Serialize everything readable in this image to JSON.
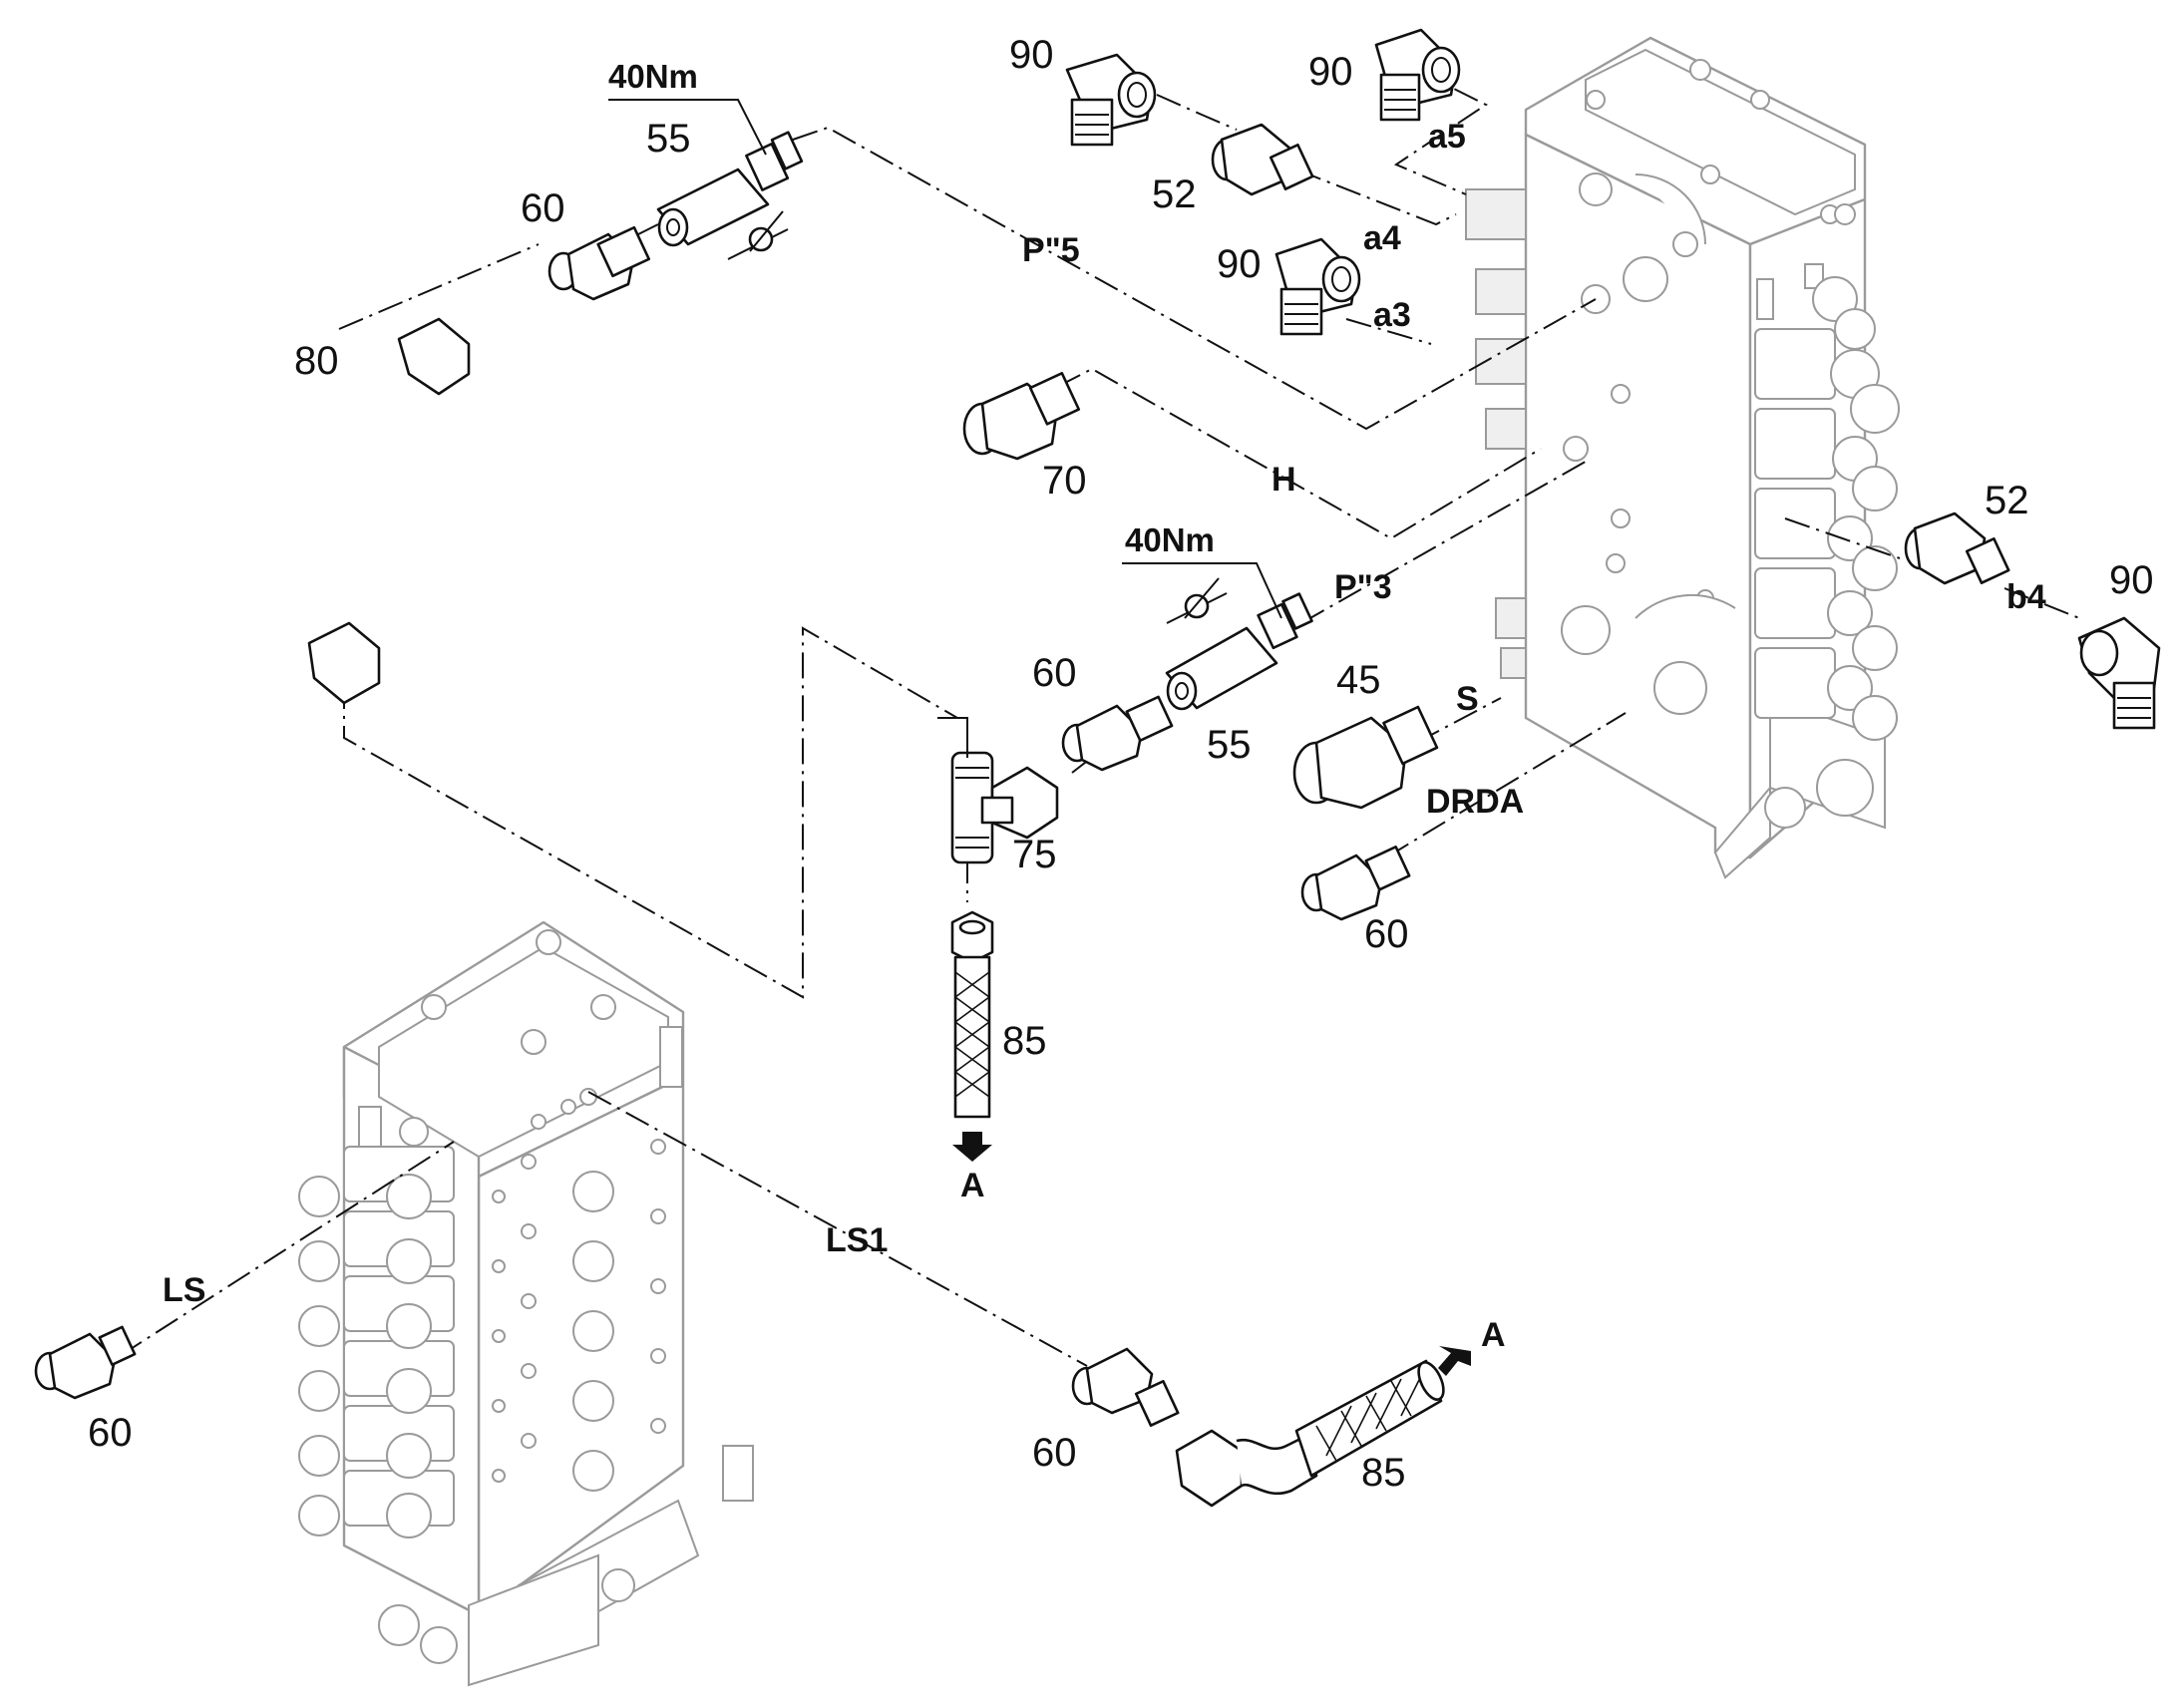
{
  "callouts": {
    "c55_top": "55",
    "c60_top": "60",
    "c80": "80",
    "c90_a": "90",
    "c90_b": "90",
    "c52_top": "52",
    "c90_c": "90",
    "c70": "70",
    "c52_right": "52",
    "c90_right": "90",
    "c60_mid": "60",
    "c55_mid": "55",
    "c45": "45",
    "c75": "75",
    "c60_drda": "60",
    "c85_vert": "85",
    "c60_ls": "60",
    "c60_ls1": "60",
    "c85_bottom": "85"
  },
  "torques": {
    "t_top": "40Nm",
    "t_mid": "40Nm"
  },
  "ports": {
    "p5": "P\"5",
    "a4": "a4",
    "a3": "a3",
    "a5": "a5",
    "h": "H",
    "p3": "P\"3",
    "s": "S",
    "drda": "DRDA",
    "b4": "b4",
    "ls": "LS",
    "ls1": "LS1",
    "arrow_a_down": "A",
    "arrow_a_left": "A"
  },
  "colors": {
    "line": "#111111",
    "block_outline": "#9a9a9a",
    "background": "#ffffff"
  }
}
